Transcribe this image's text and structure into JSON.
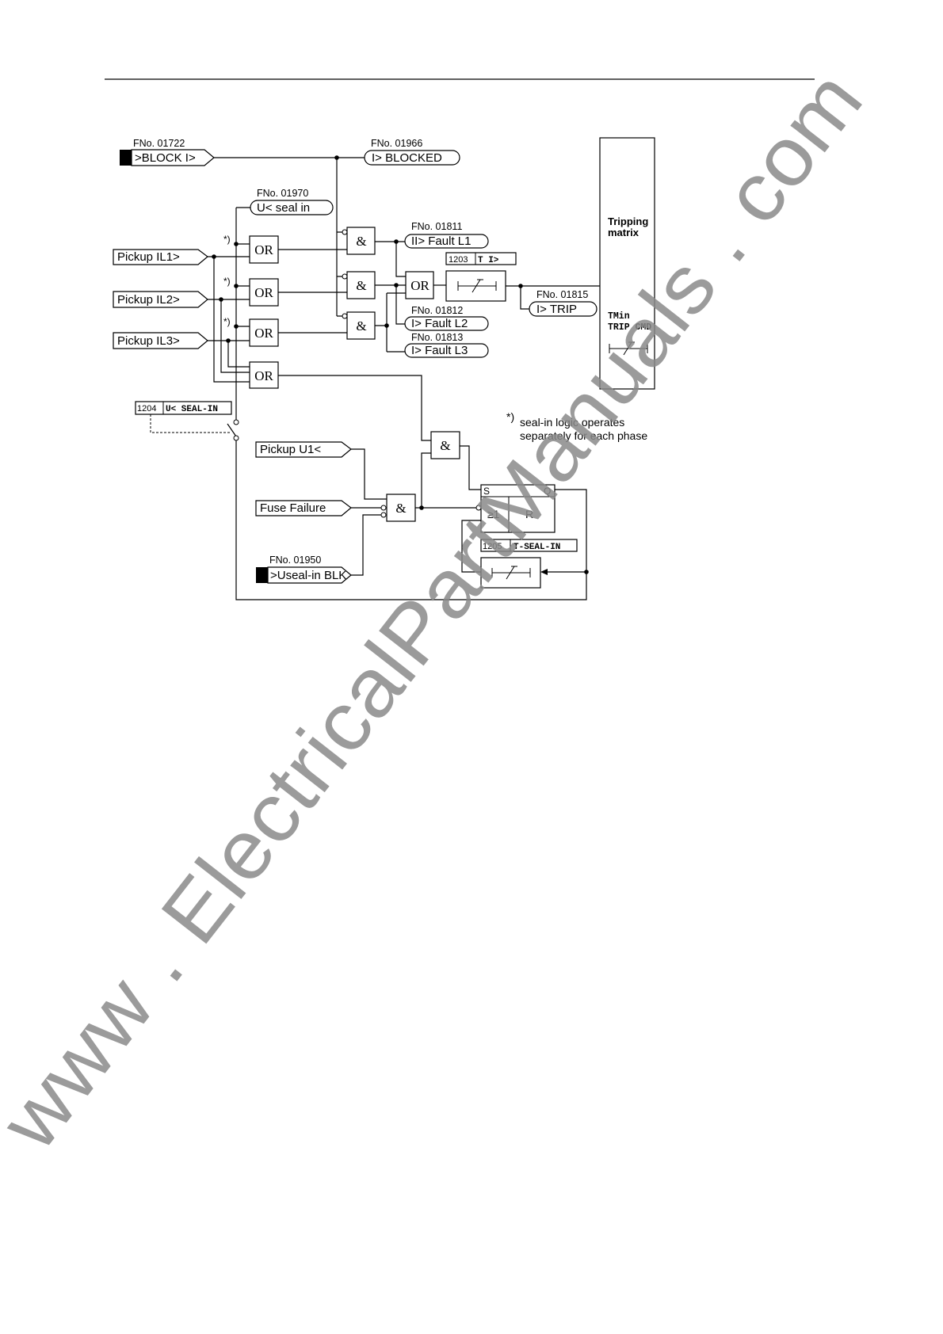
{
  "inputs": {
    "block_i": {
      "fno": "FNo. 01722",
      "label": ">BLOCK I>"
    },
    "pickup_il1": {
      "label": "Pickup IL1>"
    },
    "pickup_il2": {
      "label": "Pickup IL2>"
    },
    "pickup_il3": {
      "label": "Pickup IL3>"
    },
    "pickup_u1": {
      "label": "Pickup U1<"
    },
    "fuse_failure": {
      "label": "Fuse Failure"
    },
    "useal_in_blk": {
      "fno": "FNo. 01950",
      "label": ">Useal-in BLK"
    }
  },
  "outputs": {
    "i_blocked": {
      "fno": "FNo. 01966",
      "label": "I> BLOCKED"
    },
    "u_seal_in": {
      "fno": "FNo. 01970",
      "label": "U< seal in"
    },
    "fault_l1": {
      "fno": "FNo. 01811",
      "label": "II> Fault L1"
    },
    "fault_l2": {
      "fno": "FNo. 01812",
      "label": "I> Fault L2"
    },
    "fault_l3": {
      "fno": "FNo. 01813",
      "label": "I> Fault L3"
    },
    "i_trip": {
      "fno": "FNo. 01815",
      "label": "I> TRIP"
    }
  },
  "parameters": {
    "t_i": {
      "address": "1203",
      "name": "T I>"
    },
    "u_seal_in": {
      "address": "1204",
      "name": "U< SEAL-IN"
    },
    "t_seal_in": {
      "address": "1205",
      "name": "T-SEAL-IN"
    }
  },
  "gates": {
    "or": "OR",
    "and": "&",
    "ge1": "≥1",
    "set": "S",
    "reset": "R",
    "q": "Q"
  },
  "footnote": {
    "marker": "*)",
    "line1": "seal-in logic operates",
    "line2": "separately for each phase"
  },
  "tripping_matrix": {
    "title1": "Tripping",
    "title2": "matrix",
    "tmin": "TMin",
    "trip_cmd": "TRIP CMD"
  },
  "watermark": "www . ElectricalPartManuals . com"
}
